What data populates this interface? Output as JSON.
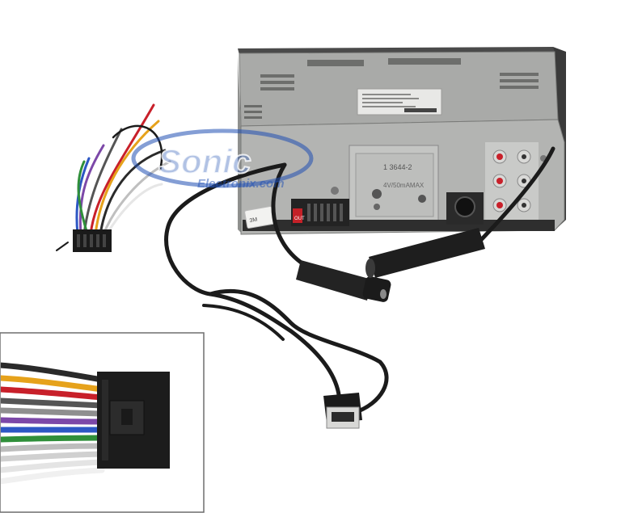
{
  "watermark": {
    "brand_main": "Sonic",
    "brand_sub": "Electronix.com"
  },
  "unit_labels": {
    "part_number": "1  3644-2",
    "max_label": "4V/50mAMAX",
    "pin_label": "OUT",
    "side_label": "3M"
  },
  "colors": {
    "chassis": "#a7a8a6",
    "chassis_dark": "#6f706e",
    "faceplate": "#3a3a3a",
    "cable": "#1b1b1b",
    "watermark_blue": "#1f4fb3",
    "rca_red": "#c8202a",
    "connector_black": "#1e1e1e"
  }
}
